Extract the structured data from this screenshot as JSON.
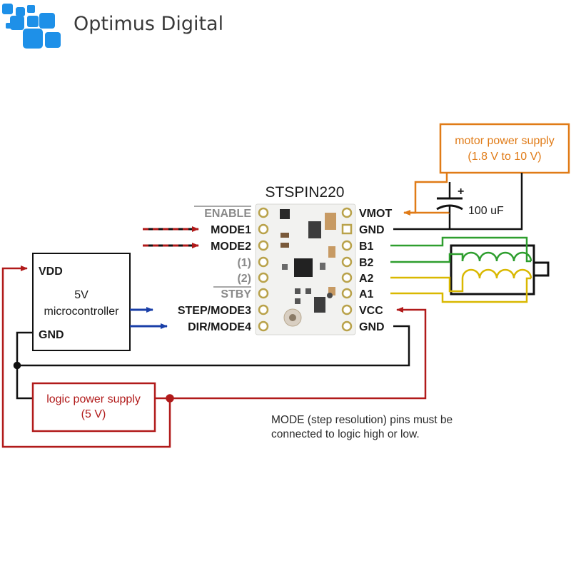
{
  "brand": {
    "name": "Optimus Digital",
    "accent_color": "#1e90e8",
    "icon": "pixel-logo-icon"
  },
  "board": {
    "title": "STSPIN220",
    "left_pins": [
      "ENABLE",
      "MODE1",
      "MODE2",
      "(1)",
      "(2)",
      "STBY",
      "STEP/MODE3",
      "DIR/MODE4"
    ],
    "right_pins": [
      "VMOT",
      "GND",
      "B1",
      "B2",
      "A2",
      "A1",
      "VCC",
      "GND"
    ]
  },
  "microcontroller": {
    "vdd": "VDD",
    "name_line1": "5V",
    "name_line2": "microcontroller",
    "gnd": "GND"
  },
  "logic_supply": {
    "line1": "logic power supply",
    "line2": "(5 V)",
    "color": "#b11a1a"
  },
  "motor_supply": {
    "line1": "motor power supply",
    "line2": "(1.8 V to 10 V)",
    "color": "#e07b17"
  },
  "capacitor": {
    "plus": "+",
    "value": "100 uF"
  },
  "note": {
    "line1": "MODE (step resolution) pins must be",
    "line2": "connected to logic high or low."
  },
  "wire_colors": {
    "signal": "#1a3fa8",
    "logic_power": "#b11a1a",
    "ground": "#111111",
    "coil_b": "#2e9e2e",
    "coil_a": "#d9b800",
    "motor_power": "#e07b17"
  }
}
